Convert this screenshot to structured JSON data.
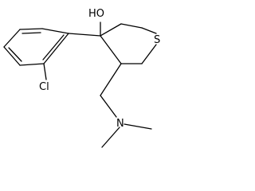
{
  "molecule": {
    "labels": {
      "hydroxyl": "HO",
      "sulfur": "S",
      "chlorine": "Cl",
      "nitrogen": "N"
    }
  }
}
